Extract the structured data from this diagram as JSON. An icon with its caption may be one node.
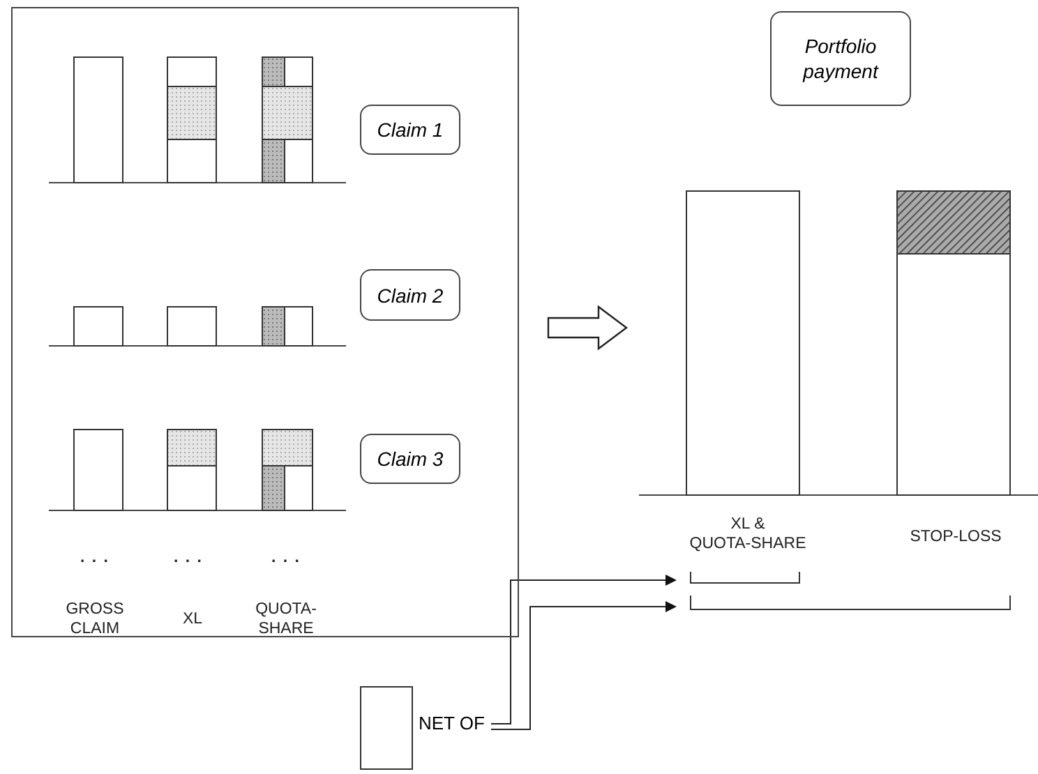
{
  "diagram": {
    "nodes": [
      {
        "text": [],
        "shape": "box"
      },
      {
        "text": [
          "Claim 1"
        ],
        "in": 0
      },
      {
        "text": [
          "Claim 2"
        ],
        "in": 0
      },
      {
        "text": [
          "Claim 3"
        ],
        "in": 0
      },
      {
        "text": [
          "Portfolio payment"
        ]
      },
      {
        "text": [
          "NET OF"
        ]
      }
    ],
    "edges": [
      {
        "from": 0,
        "to": null,
        "arrow": "to",
        "style": "thick"
      },
      {
        "from": 5,
        "to": null,
        "arrow": "to"
      },
      {
        "from": 5,
        "to": null,
        "arrow": "to"
      }
    ],
    "labels": [
      ". . .",
      ". . .",
      ". . .",
      "GROSS CLAIM",
      "XL",
      "QUOTA-SHARE",
      "XL & QUOTA-SHARE",
      "STOP-LOSS"
    ]
  }
}
